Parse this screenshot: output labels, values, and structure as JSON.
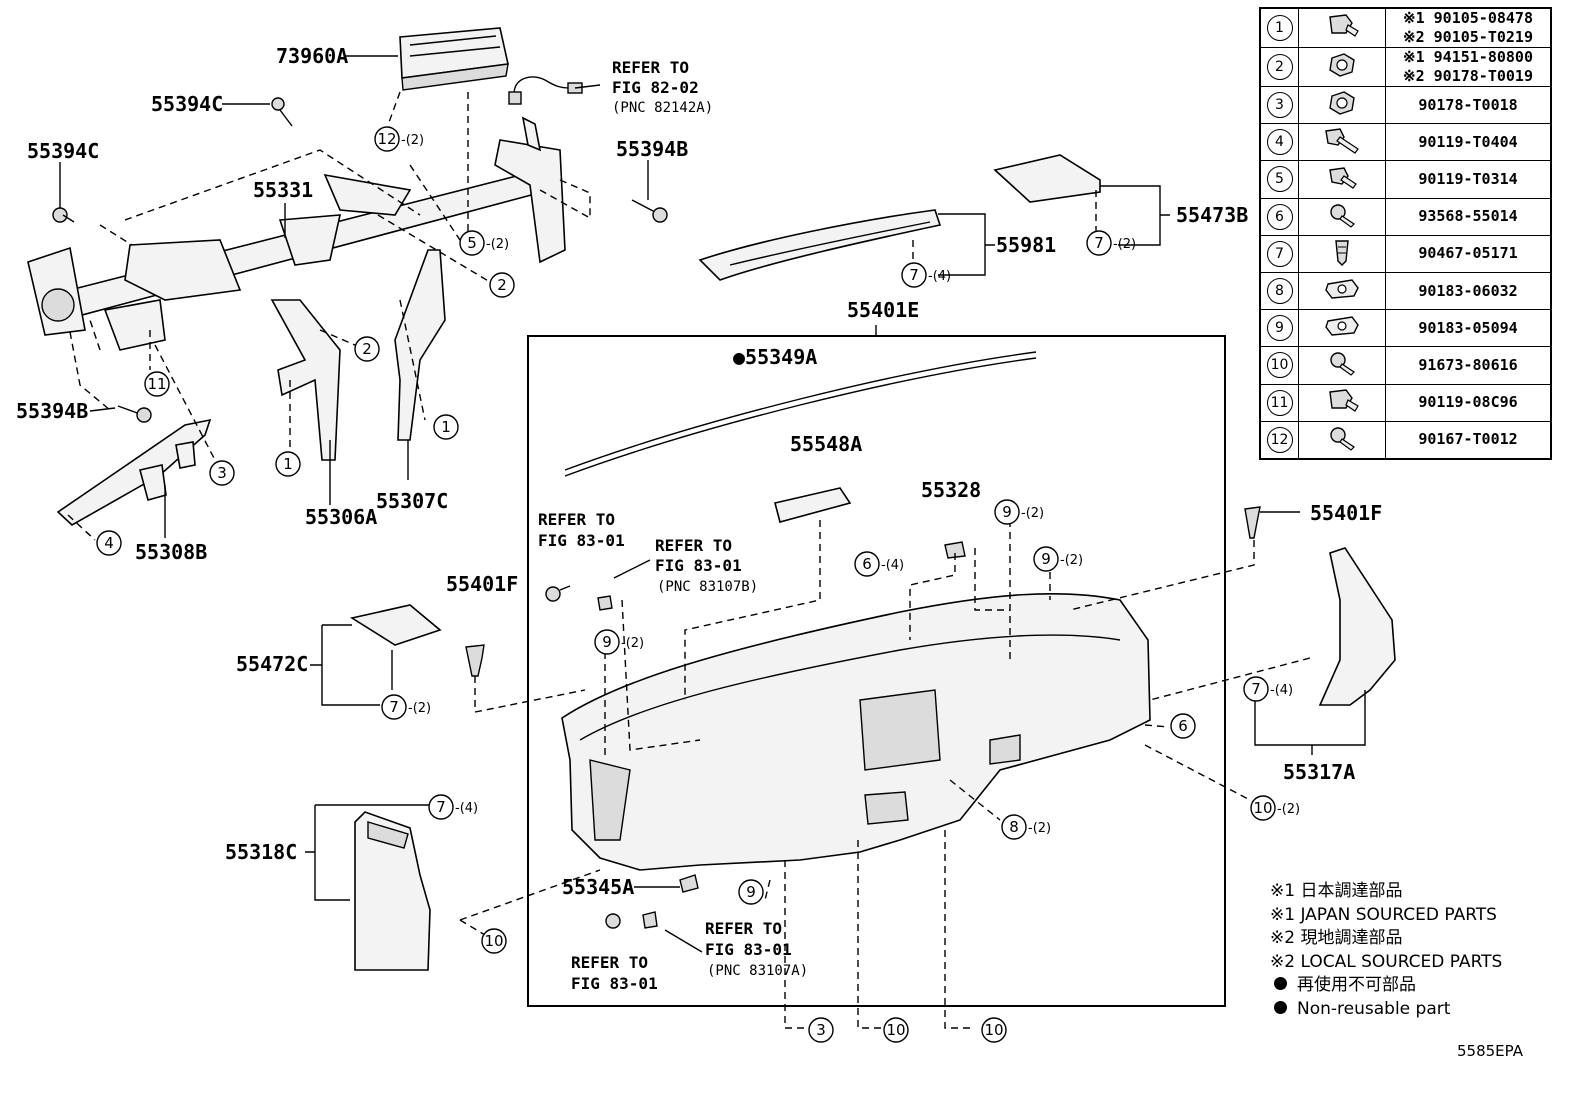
{
  "callouts": {
    "c73960A": "73960A",
    "c55394C_top": "55394C",
    "c55394C_left": "55394C",
    "c55331": "55331",
    "c55394B_right": "55394B",
    "c55394B_left": "55394B",
    "c55306A": "55306A",
    "c55307C": "55307C",
    "c55308B": "55308B",
    "c55981": "55981",
    "c55473B": "55473B",
    "c55401E": "55401E",
    "c55349A": "●55349A",
    "c55548A": "55548A",
    "c55328": "55328",
    "c55401F_right": "55401F",
    "c55401F_left": "55401F",
    "c55472C": "55472C",
    "c55317A": "55317A",
    "c55318C": "55318C",
    "c55345A": "55345A"
  },
  "references": {
    "top_ref_line1": "REFER TO",
    "top_ref_line2": "FIG 82-02",
    "top_ref_pnc": "(PNC 82142A)",
    "left_ref_line1": "REFER TO",
    "left_ref_line2": "FIG 83-01",
    "mid_ref_line1": "REFER TO",
    "mid_ref_line2": "FIG 83-01",
    "mid_ref_pnc": "(PNC 83107B)",
    "bot_left_ref_line1": "REFER TO",
    "bot_left_ref_line2": "FIG 83-01",
    "bot_right_ref_line1": "REFER TO",
    "bot_right_ref_line2": "FIG 83-01",
    "bot_right_ref_pnc": "(PNC 83107A)"
  },
  "fastener_refs": {
    "r12": "12",
    "r12q": "-(2)",
    "r5": "5",
    "r5q": "-(2)",
    "r2a": "2",
    "r2b": "2",
    "r11": "11",
    "r3a": "3",
    "r4": "4",
    "r1a": "1",
    "r1b": "1",
    "r7a": "7",
    "r7aq": "-(4)",
    "r7b": "7",
    "r7bq": "-(2)",
    "r9a": "9",
    "r9aq": "-(2)",
    "r9b": "9",
    "r9bq": "-(2)",
    "r6a": "6",
    "r6aq": "-(4)",
    "r9c": "9",
    "r9cq": "-(2)",
    "r7c": "7",
    "r7cq": "-(2)",
    "r7d": "7",
    "r7dq": "-(4)",
    "r6b": "6",
    "r10a": "10",
    "r10aq": "-(2)",
    "r8": "8",
    "r8q": "-(2)",
    "r7e": "7",
    "r7eq": "-(4)",
    "r9d": "9",
    "r10b": "10",
    "r3b": "3",
    "r10c": "10",
    "r10d": "10"
  },
  "legend": [
    {
      "num": "1",
      "parts": [
        "※1 90105-08478",
        "※2 90105-T0219"
      ],
      "icon": "flange-bolt-icon"
    },
    {
      "num": "2",
      "parts": [
        "※1 94151-80800",
        "※2 90178-T0019"
      ],
      "icon": "nut-icon"
    },
    {
      "num": "3",
      "parts": [
        "90178-T0018"
      ],
      "icon": "nut-icon"
    },
    {
      "num": "4",
      "parts": [
        "90119-T0404"
      ],
      "icon": "long-bolt-icon"
    },
    {
      "num": "5",
      "parts": [
        "90119-T0314"
      ],
      "icon": "bolt-icon"
    },
    {
      "num": "6",
      "parts": [
        "93568-55014"
      ],
      "icon": "screw-icon"
    },
    {
      "num": "7",
      "parts": [
        "90467-05171"
      ],
      "icon": "clip-icon"
    },
    {
      "num": "8",
      "parts": [
        "90183-06032"
      ],
      "icon": "spring-nut-icon"
    },
    {
      "num": "9",
      "parts": [
        "90183-05094"
      ],
      "icon": "spring-nut-icon"
    },
    {
      "num": "10",
      "parts": [
        "91673-80616"
      ],
      "icon": "screw-icon"
    },
    {
      "num": "11",
      "parts": [
        "90119-08C96"
      ],
      "icon": "flange-bolt-icon"
    },
    {
      "num": "12",
      "parts": [
        "90167-T0012"
      ],
      "icon": "screw-icon"
    }
  ],
  "notes": {
    "n1": "※1 日本調達部品",
    "n2": "※1 JAPAN SOURCED PARTS",
    "n3": "※2 現地調達部品",
    "n4": "※2 LOCAL SOURCED PARTS",
    "n5": "再使用不可部品",
    "n6": "Non-reusable part"
  },
  "figure_code": "5585EPA"
}
